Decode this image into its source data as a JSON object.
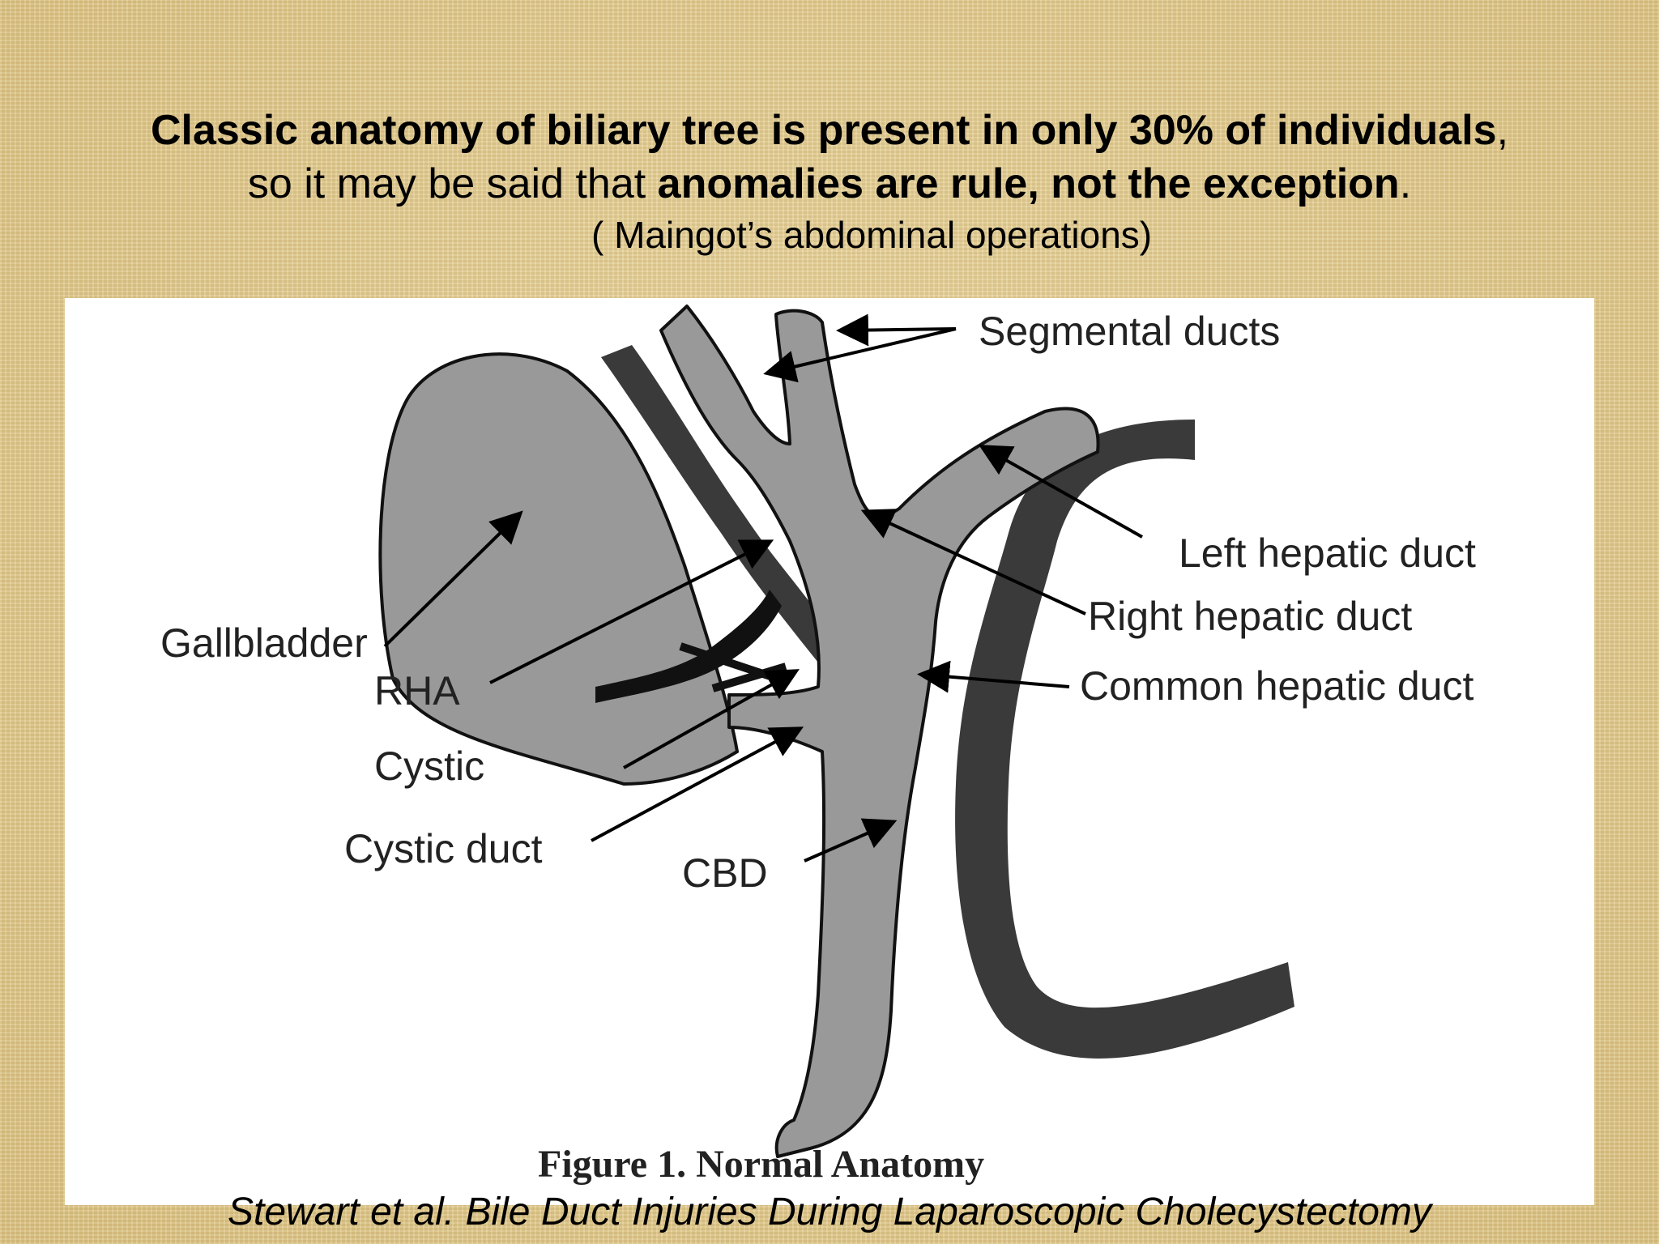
{
  "heading": {
    "line1_bold": "Classic anatomy of  biliary tree is present in only 30% of individuals",
    "line1_tail": ",",
    "line2_lead": "so it may be said that ",
    "line2_bold": "anomalies are rule, not the exception",
    "line2_tail": "."
  },
  "source_note": "( Maingot’s abdominal operations)",
  "figure": {
    "labels": {
      "segmental_ducts": "Segmental ducts",
      "left_hepatic_duct": "Left hepatic duct",
      "right_hepatic_duct": "Right hepatic duct",
      "common_hepatic_duct": "Common hepatic duct",
      "gallbladder": "Gallbladder",
      "rha": "RHA",
      "cystic": "Cystic",
      "cystic_duct": "Cystic duct",
      "cbd": "CBD"
    },
    "caption": "Figure 1. Normal Anatomy",
    "colors": {
      "duct_fill": "#999999",
      "artery_fill": "#3a3a3a",
      "outline": "#111111"
    }
  },
  "citation": "Stewart et al. Bile Duct Injuries During Laparoscopic Cholecystectomy"
}
